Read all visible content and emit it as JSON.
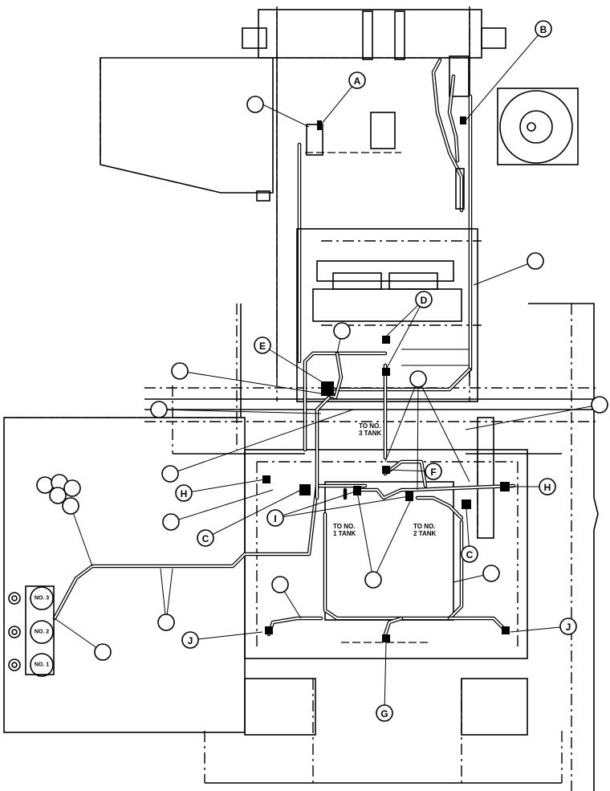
{
  "callout_letters": {
    "A": "A",
    "B": "B",
    "C": "C",
    "D": "D",
    "E": "E",
    "F": "F",
    "G": "G",
    "H": "H",
    "I": "I",
    "J": "J"
  },
  "tank_notes": {
    "to_no3": [
      "TO NO.",
      "3 TANK"
    ],
    "to_no1": [
      "TO NO.",
      "1 TANK"
    ],
    "to_no2": [
      "TO NO.",
      "2 TANK"
    ]
  },
  "tank_labels": [
    "NO. 3",
    "NO. 2",
    "NO. 1"
  ]
}
